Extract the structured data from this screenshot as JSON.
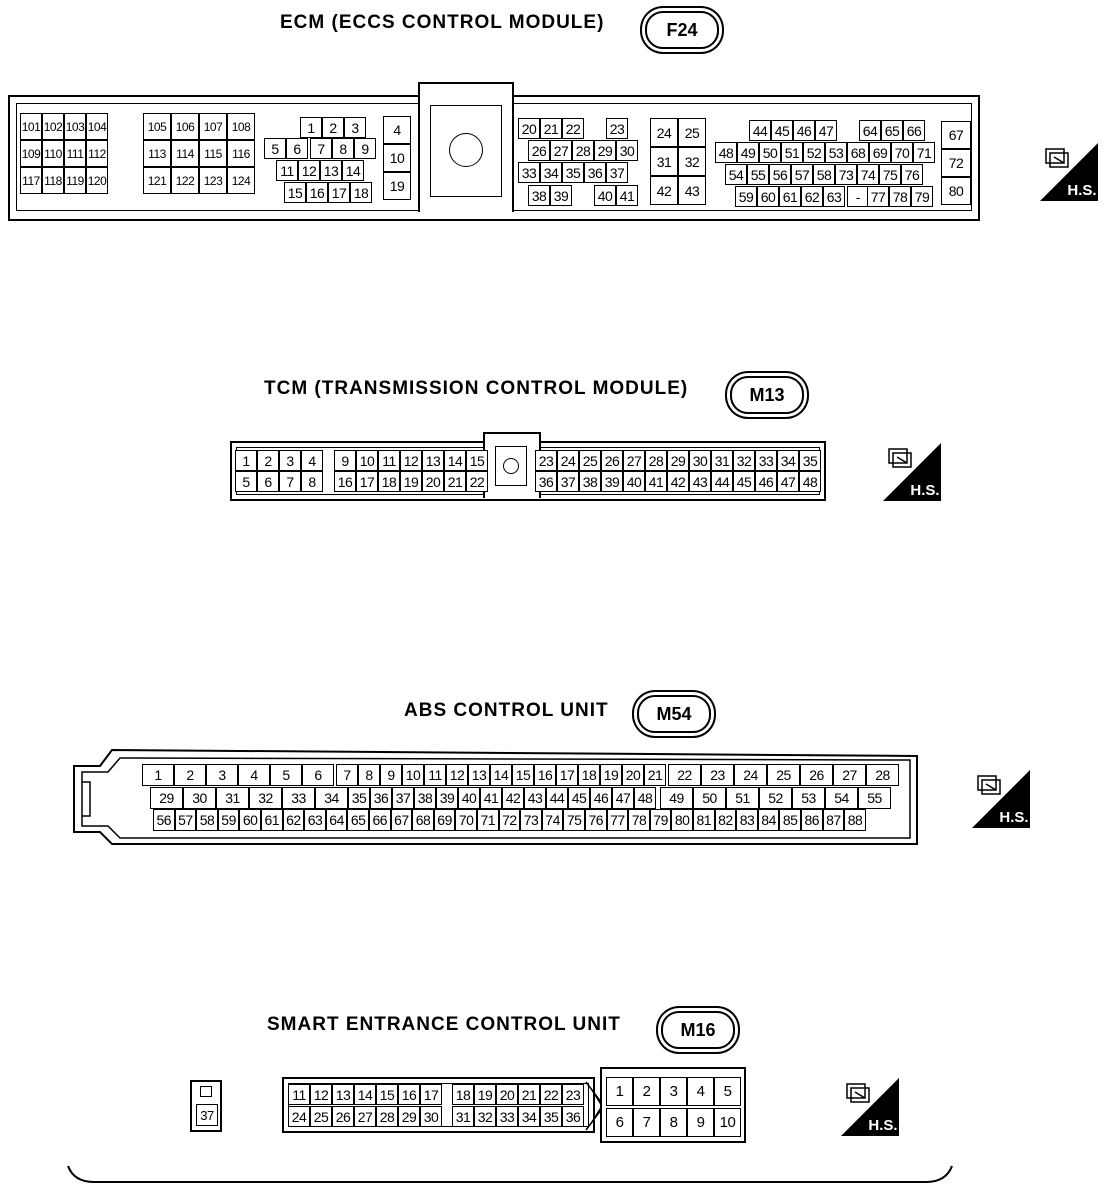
{
  "ecm": {
    "title": "ECM (ECCS CONTROL MODULE)",
    "code": "F24",
    "pins_a": [
      "101",
      "102",
      "103",
      "104",
      "109",
      "110",
      "111",
      "112",
      "117",
      "118",
      "119",
      "120"
    ],
    "pins_b": [
      "105",
      "106",
      "107",
      "108",
      "113",
      "114",
      "115",
      "116",
      "121",
      "122",
      "123",
      "124"
    ],
    "pins_c": [
      "1",
      "2",
      "3",
      "5",
      "6",
      "7",
      "8",
      "9",
      "11",
      "12",
      "13",
      "14",
      "15",
      "16",
      "17",
      "18"
    ],
    "pins_d": [
      "4",
      "10",
      "19"
    ],
    "pins_e": [
      "20",
      "21",
      "22",
      "23",
      "26",
      "27",
      "28",
      "29",
      "30",
      "33",
      "34",
      "35",
      "36",
      "37",
      "38",
      "39",
      "40",
      "41"
    ],
    "pins_f": [
      "24",
      "25",
      "31",
      "32",
      "42",
      "43"
    ],
    "pins_g": [
      "44",
      "45",
      "46",
      "47",
      "64",
      "65",
      "66",
      "48",
      "49",
      "50",
      "51",
      "52",
      "53",
      "68",
      "69",
      "70",
      "71",
      "54",
      "55",
      "56",
      "57",
      "58",
      "73",
      "74",
      "75",
      "76",
      "59",
      "60",
      "61",
      "62",
      "63",
      "-",
      "77",
      "78",
      "79"
    ],
    "pins_h": [
      "67",
      "72",
      "80"
    ]
  },
  "tcm": {
    "title": "TCM (TRANSMISSION CONTROL MODULE)",
    "code": "M13",
    "row1": [
      "1",
      "2",
      "3",
      "4",
      "9",
      "10",
      "11",
      "12",
      "13",
      "14",
      "15",
      "23",
      "24",
      "25",
      "26",
      "27",
      "28",
      "29",
      "30",
      "31",
      "32",
      "33",
      "34",
      "35"
    ],
    "row2": [
      "5",
      "6",
      "7",
      "8",
      "16",
      "17",
      "18",
      "19",
      "20",
      "21",
      "22",
      "36",
      "37",
      "38",
      "39",
      "40",
      "41",
      "42",
      "43",
      "44",
      "45",
      "46",
      "47",
      "48"
    ]
  },
  "abs": {
    "title": "ABS CONTROL UNIT",
    "code": "M54",
    "row1": [
      "1",
      "2",
      "3",
      "4",
      "5",
      "6",
      "7",
      "8",
      "9",
      "10",
      "11",
      "12",
      "13",
      "14",
      "15",
      "16",
      "17",
      "18",
      "19",
      "20",
      "21",
      "22",
      "23",
      "24",
      "25",
      "26",
      "27",
      "28"
    ],
    "row2": [
      "29",
      "30",
      "31",
      "32",
      "33",
      "34",
      "35",
      "36",
      "37",
      "38",
      "39",
      "40",
      "41",
      "42",
      "43",
      "44",
      "45",
      "46",
      "47",
      "48",
      "49",
      "50",
      "51",
      "52",
      "53",
      "54",
      "55"
    ],
    "row3": [
      "56",
      "57",
      "58",
      "59",
      "60",
      "61",
      "62",
      "63",
      "64",
      "65",
      "66",
      "67",
      "68",
      "69",
      "70",
      "71",
      "72",
      "73",
      "74",
      "75",
      "76",
      "77",
      "78",
      "79",
      "80",
      "81",
      "82",
      "83",
      "84",
      "85",
      "86",
      "87",
      "88"
    ]
  },
  "sec": {
    "title": "SMART ENTRANCE CONTROL UNIT",
    "code": "M16",
    "single": "37",
    "row1": [
      "11",
      "12",
      "13",
      "14",
      "15",
      "16",
      "17",
      "18",
      "19",
      "20",
      "21",
      "22",
      "23"
    ],
    "row2": [
      "24",
      "25",
      "26",
      "27",
      "28",
      "29",
      "30",
      "31",
      "32",
      "33",
      "34",
      "35",
      "36"
    ],
    "right1": [
      "1",
      "2",
      "3",
      "4",
      "5"
    ],
    "right2": [
      "6",
      "7",
      "8",
      "9",
      "10"
    ]
  },
  "hs_label": "H.S."
}
